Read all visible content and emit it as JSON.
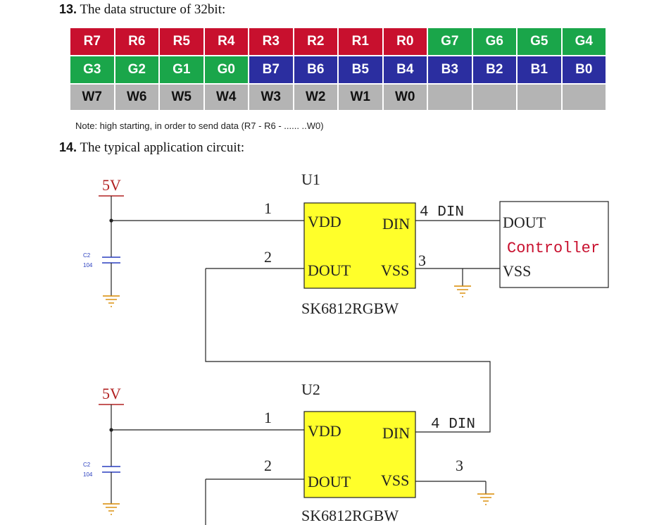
{
  "section13": {
    "number": "13.",
    "title": "The data structure of 32bit:"
  },
  "bit_rows": [
    [
      {
        "label": "R7",
        "color": "red"
      },
      {
        "label": "R6",
        "color": "red"
      },
      {
        "label": "R5",
        "color": "red"
      },
      {
        "label": "R4",
        "color": "red"
      },
      {
        "label": "R3",
        "color": "red"
      },
      {
        "label": "R2",
        "color": "red"
      },
      {
        "label": "R1",
        "color": "red"
      },
      {
        "label": "R0",
        "color": "red"
      },
      {
        "label": "G7",
        "color": "green"
      },
      {
        "label": "G6",
        "color": "green"
      },
      {
        "label": "G5",
        "color": "green"
      },
      {
        "label": "G4",
        "color": "green"
      }
    ],
    [
      {
        "label": "G3",
        "color": "green"
      },
      {
        "label": "G2",
        "color": "green"
      },
      {
        "label": "G1",
        "color": "green"
      },
      {
        "label": "G0",
        "color": "green"
      },
      {
        "label": "B7",
        "color": "blue"
      },
      {
        "label": "B6",
        "color": "blue"
      },
      {
        "label": "B5",
        "color": "blue"
      },
      {
        "label": "B4",
        "color": "blue"
      },
      {
        "label": "B3",
        "color": "blue"
      },
      {
        "label": "B2",
        "color": "blue"
      },
      {
        "label": "B1",
        "color": "blue"
      },
      {
        "label": "B0",
        "color": "blue"
      }
    ],
    [
      {
        "label": "W7",
        "color": "white"
      },
      {
        "label": "W6",
        "color": "white"
      },
      {
        "label": "W5",
        "color": "white"
      },
      {
        "label": "W4",
        "color": "white"
      },
      {
        "label": "W3",
        "color": "white"
      },
      {
        "label": "W2",
        "color": "white"
      },
      {
        "label": "W1",
        "color": "white"
      },
      {
        "label": "W0",
        "color": "white"
      },
      {
        "label": "",
        "color": "empty"
      },
      {
        "label": "",
        "color": "empty"
      },
      {
        "label": "",
        "color": "empty"
      },
      {
        "label": "",
        "color": "empty"
      }
    ]
  ],
  "note": "Note: high starting, in order to send data (R7 - R6 - ...... ..W0)",
  "section14": {
    "number": "14.",
    "title": "The typical application circuit:"
  },
  "circuit": {
    "colors": {
      "chip_fill": "#ffff2a",
      "wire": "#222222",
      "power_red": "#b22222",
      "ground": "#d98a00",
      "cap_blue": "#2a3fbf",
      "controller_red": "#c8102e"
    },
    "u1": {
      "ref": "U1",
      "part": "SK6812RGBW",
      "supply": "5V",
      "cap_ref": "C2",
      "cap_value": "104",
      "pin_vdd": "VDD",
      "pin_din": "DIN",
      "pin_dout": "DOUT",
      "pin_vss": "VSS",
      "pin1": "1",
      "pin2": "2",
      "pin3": "3",
      "pin4_din": "4 DIN"
    },
    "controller": {
      "dout": "DOUT",
      "label": "Controller",
      "vss": "VSS"
    },
    "u2": {
      "ref": "U2",
      "part": "SK6812RGBW",
      "supply": "5V",
      "cap_ref": "C2",
      "cap_value": "104",
      "pin_vdd": "VDD",
      "pin_din": "DIN",
      "pin_dout": "DOUT",
      "pin_vss": "VSS",
      "pin1": "1",
      "pin2": "2",
      "pin3": "3",
      "pin4_din": "4 DIN"
    }
  }
}
